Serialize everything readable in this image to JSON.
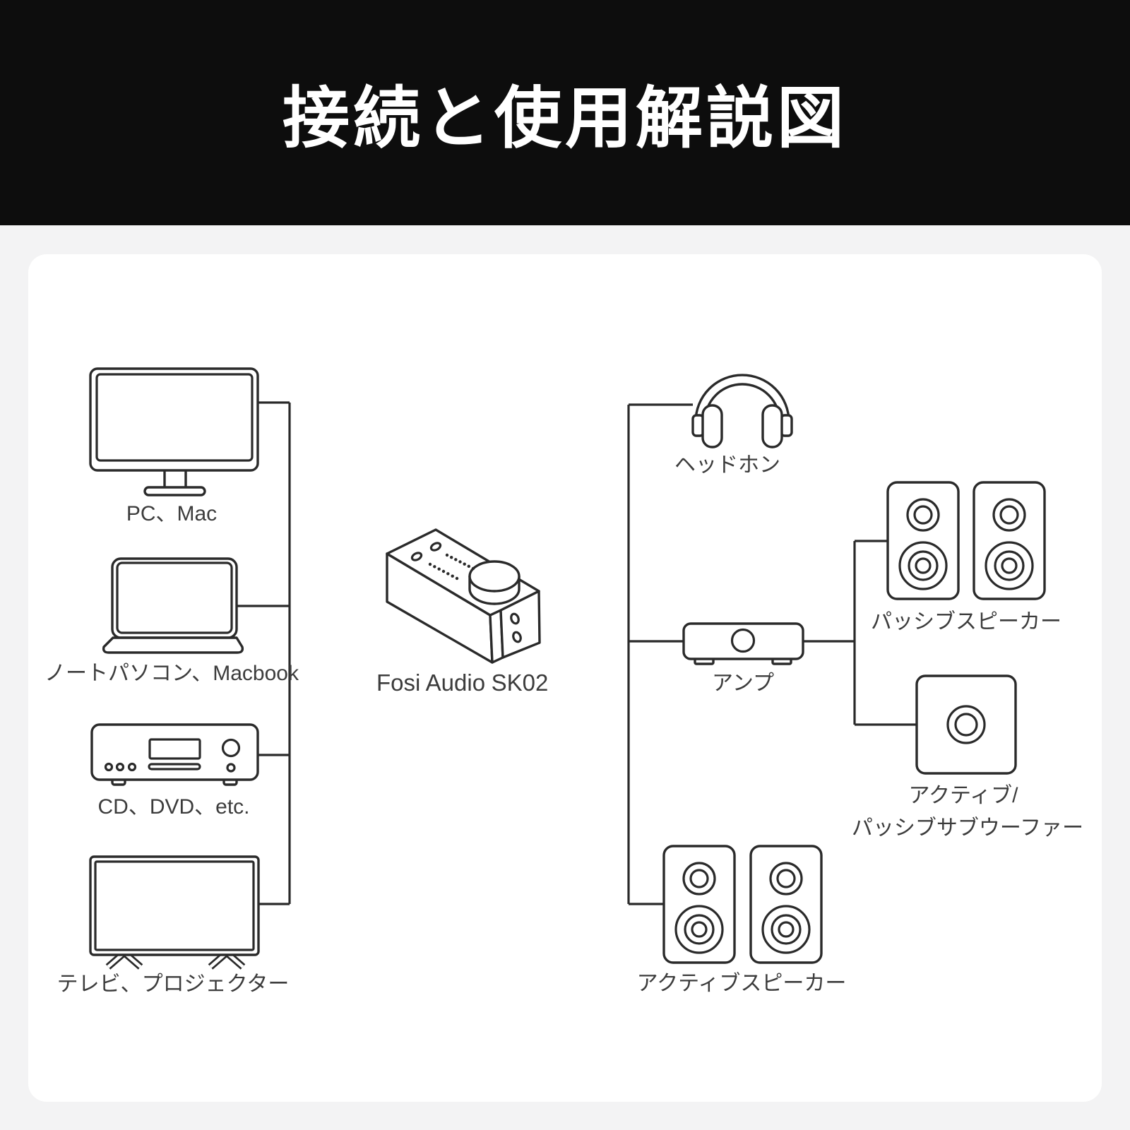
{
  "header": {
    "title": "接続と使用解説図"
  },
  "colors": {
    "page_bg": "#f3f3f4",
    "header_bg": "#0d0d0d",
    "title_text": "#ffffff",
    "card_bg": "#ffffff",
    "line": "#2a2a2a",
    "label_text": "#3c3c3c"
  },
  "diagram": {
    "center_device": {
      "brand": "Fosi Audio",
      "model": "SK02",
      "icon": "sk02-volume-controller-icon"
    },
    "sources": [
      {
        "label": "PC、Mac",
        "icon": "desktop-monitor-icon"
      },
      {
        "label": "ノートパソコン、Macbook",
        "icon": "laptop-icon"
      },
      {
        "label": "CD、DVD、etc.",
        "icon": "cd-player-icon"
      },
      {
        "label": "テレビ、プロジェクター",
        "icon": "tv-icon"
      }
    ],
    "outputs": [
      {
        "label": "ヘッドホン",
        "icon": "headphones-icon"
      },
      {
        "label": "アンプ",
        "icon": "amplifier-icon"
      },
      {
        "label": "パッシブスピーカー",
        "icon": "passive-speaker-pair-icon"
      },
      {
        "label_line1": "アクティブ/",
        "label_line2": "パッシブサブウーファー",
        "icon": "subwoofer-icon"
      },
      {
        "label": "アクティブスピーカー",
        "icon": "active-speaker-pair-icon"
      }
    ]
  }
}
